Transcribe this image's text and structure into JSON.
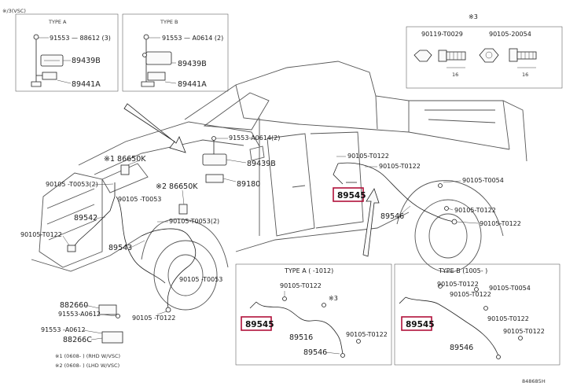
{
  "header": {
    "top_left": "※/3(VSC)"
  },
  "type_a_inset": {
    "title": "TYPE A",
    "labels": [
      "91553 — 88612 (3)",
      "89439B",
      "89441A"
    ]
  },
  "type_b_inset": {
    "title": "TYPE B",
    "labels": [
      "91553 — A0614 (2)",
      "89439B",
      "89441A"
    ]
  },
  "fastener_inset": {
    "title": "※3",
    "left_part": "90119-T0029",
    "right_part": "90105-20054",
    "left_dim": "16",
    "right_dim": "16"
  },
  "main_labels": {
    "l_91553_a0614": "91553-A0614(2)",
    "l_89439b": "89439B",
    "l_89180": "89180",
    "l_86650k_1": "※1 86650K",
    "l_86650k_2": "※2 86650K",
    "l_90105_t0053_a": "90105 -T0053(2)",
    "l_90105_t0053_b": "90105 -T0053",
    "l_90105_t0053_c": "90105-T0053(2)",
    "l_89542": "89542",
    "l_90105_t0122_left": "90105-T0122",
    "l_89543": "89543",
    "l_90105_t0053_d": "90105 -T0053",
    "l_882660": "882660",
    "l_91553_a0612_a": "91553-A0612",
    "l_91553_a0612_b": "91553 -A0612",
    "l_88266c": "88266C",
    "l_90105_t0122_bottom": "90105 -T0122",
    "l_90105_t0122_r1": "90105-T0122",
    "l_90105_t0122_r2": "90105-T0122",
    "l_90105_t0054": "90105-T0054",
    "l_90105_t0122_r3": "90105-T0122",
    "l_90105_t0122_r4": "90105-T0122",
    "l_89545_main": "89545",
    "l_89546_main": "89546"
  },
  "footnotes": {
    "n1": "※1 (0608-   ) (RHD W/VSC)",
    "n2": "※2 (0608-   ) (LHD W/VSC)"
  },
  "type_a_box": {
    "title": "TYPE A (   -1012)",
    "labels": {
      "t0122_top": "90105-T0122",
      "s3": "※3",
      "p89545": "89545",
      "p89516": "89516",
      "t0122_right": "90105-T0122",
      "p89546": "89546"
    }
  },
  "type_b_box": {
    "title": "TYPE B (1005-    )",
    "labels": {
      "t0122_a": "90105-T0122",
      "t0122_b": "90105-T0122",
      "t0054": "90105-T0054",
      "t0122_c": "90105-T0122",
      "p89545": "89545",
      "t0122_d": "90105-T0122",
      "p89546": "89546"
    }
  },
  "diagram_code": "848685H",
  "colors": {
    "highlight": "#b0103a",
    "ink": "#1a1a1a"
  }
}
